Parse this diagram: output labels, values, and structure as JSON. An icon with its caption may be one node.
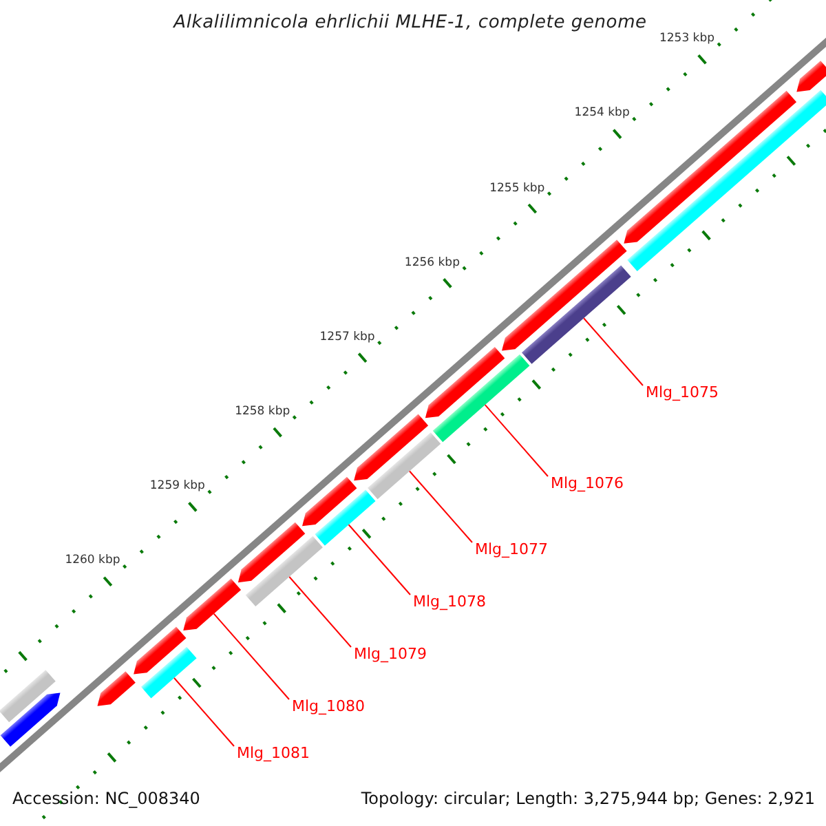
{
  "diagram": {
    "title": "Alkalilimnicola ehrlichii MLHE-1, complete genome",
    "nodes": [
      {
        "text": [
          "Mlg_1075"
        ]
      },
      {
        "text": [
          "Mlg_1076"
        ]
      },
      {
        "text": [
          "Mlg_1077"
        ]
      },
      {
        "text": [
          "Mlg_1078"
        ]
      },
      {
        "text": [
          "Mlg_1079"
        ]
      },
      {
        "text": [
          "Mlg_1080"
        ]
      },
      {
        "text": [
          "Mlg_1081"
        ]
      },
      {
        "text": [],
        "shape": "bar"
      },
      {
        "text": [],
        "shape": "arrow"
      },
      {
        "text": [],
        "shape": "arrow"
      },
      {
        "text": [],
        "shape": "bar"
      },
      {
        "text": [],
        "shape": "arrow"
      },
      {
        "text": [],
        "shape": "arrow"
      },
      {
        "text": [],
        "shape": "bar"
      },
      {
        "text": [],
        "shape": "arrow"
      },
      {
        "text": [],
        "shape": "arrow"
      },
      {
        "text": [],
        "shape": "bar"
      },
      {
        "text": [],
        "shape": "arrow"
      },
      {
        "text": [],
        "shape": "bar"
      },
      {
        "text": [],
        "shape": "bar"
      },
      {
        "text": [],
        "shape": "arrow"
      },
      {
        "text": [],
        "shape": "arrow"
      },
      {
        "text": [],
        "shape": "bar"
      },
      {
        "text": [],
        "shape": "bar"
      },
      {
        "text": [],
        "shape": "arrow"
      },
      {
        "text": [],
        "shape": "arrow"
      }
    ],
    "edges": [
      {
        "from": 0,
        "to": 22,
        "arrow": "none"
      },
      {
        "from": 1,
        "to": 19,
        "arrow": "none"
      },
      {
        "from": 2,
        "to": 18,
        "arrow": "none"
      },
      {
        "from": 3,
        "to": 16,
        "arrow": "none"
      },
      {
        "from": 4,
        "to": 13,
        "arrow": "none"
      },
      {
        "from": 5,
        "to": 12,
        "arrow": "none"
      },
      {
        "from": 6,
        "to": 10,
        "arrow": "none"
      }
    ],
    "labels": [
      "1253 kbp",
      "1254 kbp",
      "1255 kbp",
      "1256 kbp",
      "1257 kbp",
      "1258 kbp",
      "1259 kbp",
      "1260 kbp",
      "Accession: NC_008340",
      "Topology: circular; Length: 3,275,944 bp; Genes: 2,921"
    ]
  }
}
